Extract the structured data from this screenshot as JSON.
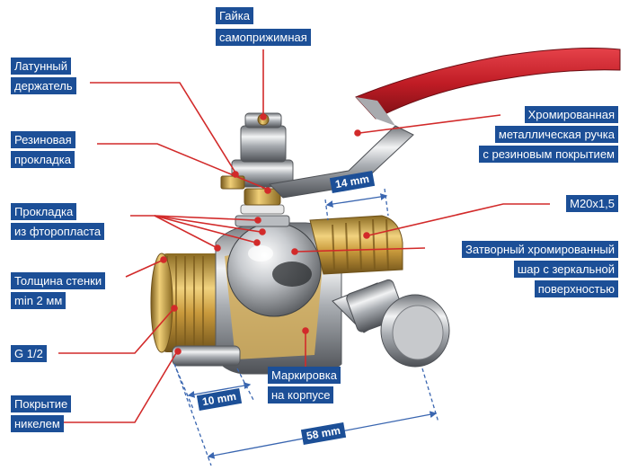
{
  "labels": {
    "gaika_line1": "Гайка",
    "gaika_line2": "самоприжимная",
    "derzhatel_line1": "Латунный",
    "derzhatel_line2": "держатель",
    "rezinovaya_line1": "Резиновая",
    "rezinovaya_line2": "прокладка",
    "ftoroplast_line1": "Прокладка",
    "ftoroplast_line2": "из фторопласта",
    "stenka_line1": "Толщина стенки",
    "stenka_line2": "min 2 мм",
    "g12": "G 1/2",
    "pokrytie_line1": "Покрытие",
    "pokrytie_line2": "никелем",
    "ruchka_line1": "Хромированная",
    "ruchka_line2": "металлическая ручка",
    "ruchka_line3": "с резиновым покрытием",
    "m20": "M20x1,5",
    "shar_line1": "Затворный хромированный",
    "shar_line2": "шар с зеркальной",
    "shar_line3": "поверхностью",
    "markirovka_line1": "Маркировка",
    "markirovka_line2": "на корпусе"
  },
  "dimensions": {
    "d14": "14 mm",
    "d10": "10 mm",
    "d58": "58 mm"
  },
  "colors": {
    "label_bg": "#1c4f97",
    "leader": "#d22a2a",
    "handle": "#c8202a",
    "brass": "#c9a24a",
    "chrome": "#b9bcc0",
    "dim_line": "#3a66b0"
  },
  "icons": {
    "object": "ball-valve-cutaway"
  }
}
